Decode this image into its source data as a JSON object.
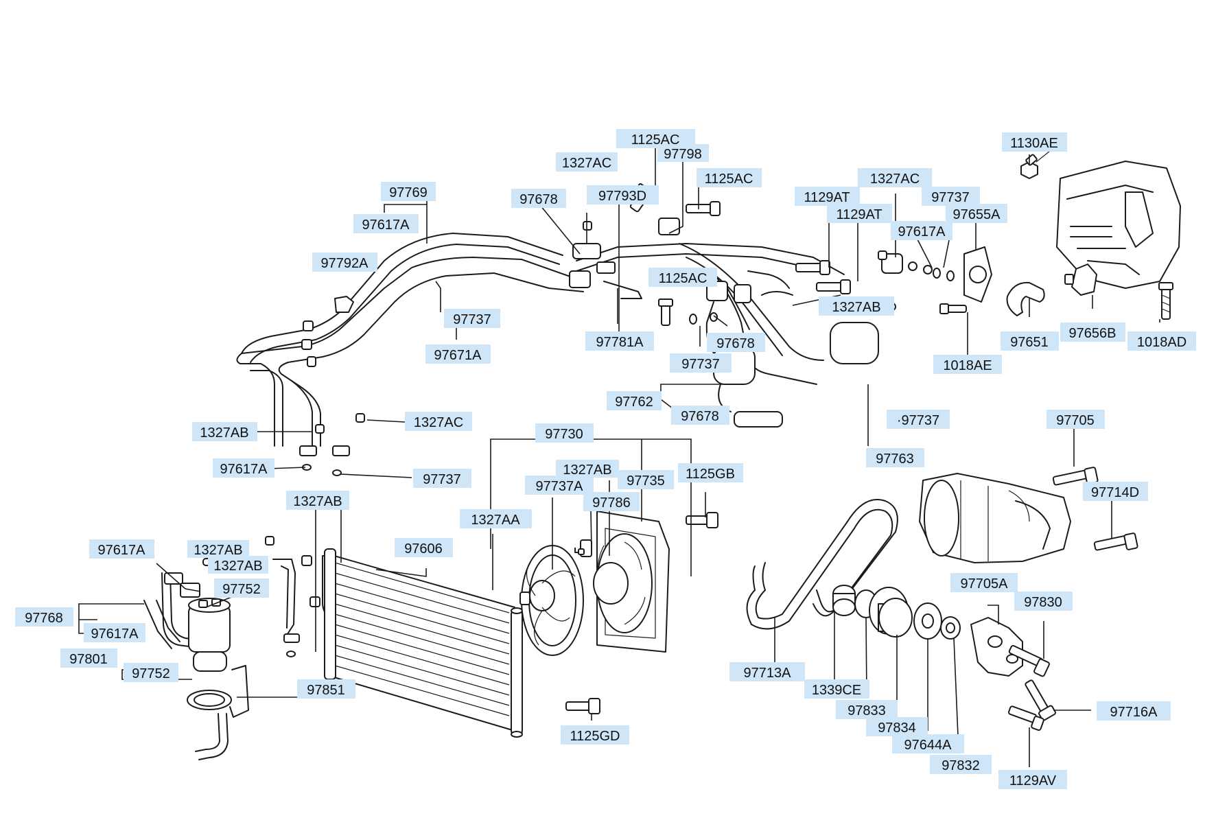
{
  "diagram": {
    "labels": {
      "p97769": "97769",
      "p97617A_a": "97617A",
      "p97792A": "97792A",
      "p97678_a": "97678",
      "p1327AC_a": "1327AC",
      "p1125AC_a": "1125AC",
      "p97798": "97798",
      "p97793D": "97793D",
      "p1125AC_b": "1125AC",
      "p1129AT_a": "1129AT",
      "p1129AT_b": "1129AT",
      "p1327AC_b": "1327AC",
      "p97737_a": "97737",
      "p97655A": "97655A",
      "p97617A_b": "97617A",
      "p1130AE": "1130AE",
      "p1125AC_c": "1125AC",
      "p1327AB_a": "1327AB",
      "p97737_b": "97737",
      "p97671A": "97671A",
      "p97781A": "97781A",
      "p97678_b": "97678",
      "p97737_c": "97737",
      "p1018AE": "1018AE",
      "p97651": "97651",
      "p97656B": "97656B",
      "p1018AD": "1018AD",
      "p97762": "97762",
      "p97678_c": "97678",
      "p1327AB_b": "1327AB",
      "p1327AC_c": "1327AC",
      "p97737_d": "·97737",
      "p97763": "97763",
      "p97705": "97705",
      "p97730": "97730",
      "p97617A_c": "97617A",
      "p97737_e": "97737",
      "p1327AB_c": "1327AB",
      "p1327AB_d": "1327AB",
      "p97737A": "97737A",
      "p97735": "97735",
      "p1125GB": "1125GB",
      "p97714D": "97714D",
      "p97786": "97786",
      "p1327AA": "1327AA",
      "p97617A_d": "97617A",
      "p1327AB_e": "1327AB",
      "p1327AB_f": "1327AB",
      "p97606": "97606",
      "p97752_a": "97752",
      "p97768": "97768",
      "p97617A_e": "97617A",
      "p97705A": "97705A",
      "p97830": "97830",
      "p97801": "97801",
      "p97752_b": "97752",
      "p97851": "97851",
      "p97713A": "97713A",
      "p1339CE": "1339CE",
      "p97833": "97833",
      "p97834": "97834",
      "p97644A": "97644A",
      "p97832": "97832",
      "p97716A": "97716A",
      "p1125GD": "1125GD",
      "p1129AV": "1129AV"
    }
  }
}
